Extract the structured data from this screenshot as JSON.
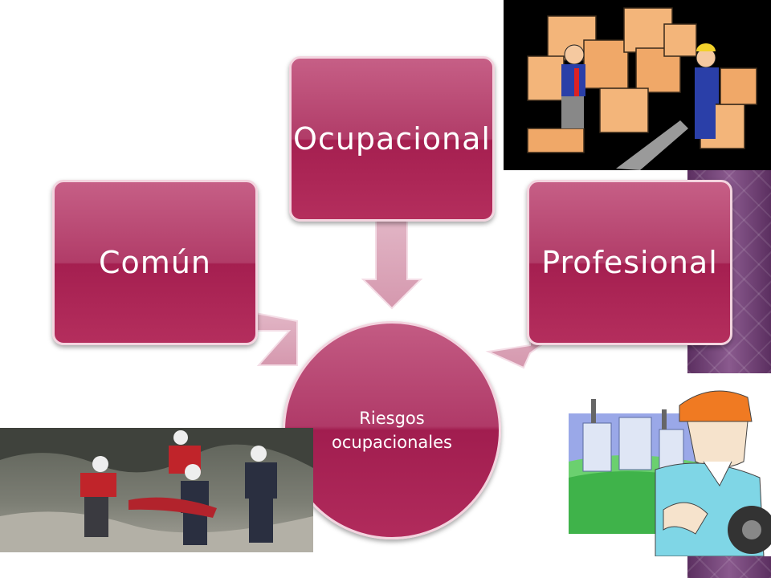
{
  "diagram": {
    "center_label": "Riesgos ocupacionales",
    "nodes": [
      {
        "id": "comun",
        "label": "Común"
      },
      {
        "id": "ocupacional",
        "label": "Ocupacional"
      },
      {
        "id": "profesional",
        "label": "Profesional"
      }
    ]
  },
  "colors": {
    "node_fill": "#b42e5d",
    "node_border": "#f3d4df",
    "arrow": "#dca7ba",
    "strip": "#6a3a6e"
  },
  "images": [
    {
      "name": "workers-boxes-cartoon-image"
    },
    {
      "name": "rescue-team-photo-image"
    },
    {
      "name": "industrial-worker-clipart-image"
    }
  ]
}
